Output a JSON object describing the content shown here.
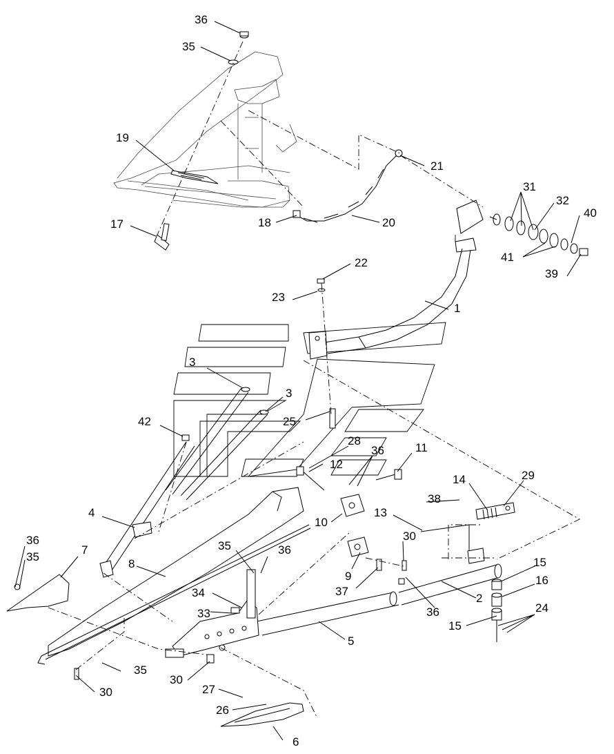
{
  "callouts": [
    {
      "id": "c36a",
      "text": "36"
    },
    {
      "id": "c35a",
      "text": "35"
    },
    {
      "id": "c19",
      "text": "19"
    },
    {
      "id": "c17",
      "text": "17"
    },
    {
      "id": "c18",
      "text": "18"
    },
    {
      "id": "c20",
      "text": "20"
    },
    {
      "id": "c21",
      "text": "21"
    },
    {
      "id": "c31",
      "text": "31"
    },
    {
      "id": "c32",
      "text": "32"
    },
    {
      "id": "c40",
      "text": "40"
    },
    {
      "id": "c41",
      "text": "41"
    },
    {
      "id": "c39",
      "text": "39"
    },
    {
      "id": "c22",
      "text": "22"
    },
    {
      "id": "c23",
      "text": "23"
    },
    {
      "id": "c1",
      "text": "1"
    },
    {
      "id": "c3a",
      "text": "3"
    },
    {
      "id": "c3b",
      "text": "3"
    },
    {
      "id": "c25",
      "text": "25"
    },
    {
      "id": "c42",
      "text": "42"
    },
    {
      "id": "c28",
      "text": "28"
    },
    {
      "id": "c36b",
      "text": "36"
    },
    {
      "id": "c11",
      "text": "11"
    },
    {
      "id": "c12",
      "text": "12"
    },
    {
      "id": "c14",
      "text": "14"
    },
    {
      "id": "c29",
      "text": "29"
    },
    {
      "id": "c38",
      "text": "38"
    },
    {
      "id": "c13",
      "text": "13"
    },
    {
      "id": "c4",
      "text": "4"
    },
    {
      "id": "c10",
      "text": "10"
    },
    {
      "id": "c30a",
      "text": "30"
    },
    {
      "id": "c36c",
      "text": "36"
    },
    {
      "id": "c35b",
      "text": "35"
    },
    {
      "id": "c7",
      "text": "7"
    },
    {
      "id": "c8",
      "text": "8"
    },
    {
      "id": "c35c",
      "text": "35"
    },
    {
      "id": "c36d",
      "text": "36"
    },
    {
      "id": "c15a",
      "text": "15"
    },
    {
      "id": "c16",
      "text": "16"
    },
    {
      "id": "c9",
      "text": "9"
    },
    {
      "id": "c37",
      "text": "37"
    },
    {
      "id": "c36e",
      "text": "36"
    },
    {
      "id": "c2",
      "text": "2"
    },
    {
      "id": "c34",
      "text": "34"
    },
    {
      "id": "c24",
      "text": "24"
    },
    {
      "id": "c33",
      "text": "33"
    },
    {
      "id": "c15b",
      "text": "15"
    },
    {
      "id": "c5",
      "text": "5"
    },
    {
      "id": "c35d",
      "text": "35"
    },
    {
      "id": "c30b",
      "text": "30"
    },
    {
      "id": "c30c",
      "text": "30"
    },
    {
      "id": "c27",
      "text": "27"
    },
    {
      "id": "c26",
      "text": "26"
    },
    {
      "id": "c6",
      "text": "6"
    }
  ]
}
